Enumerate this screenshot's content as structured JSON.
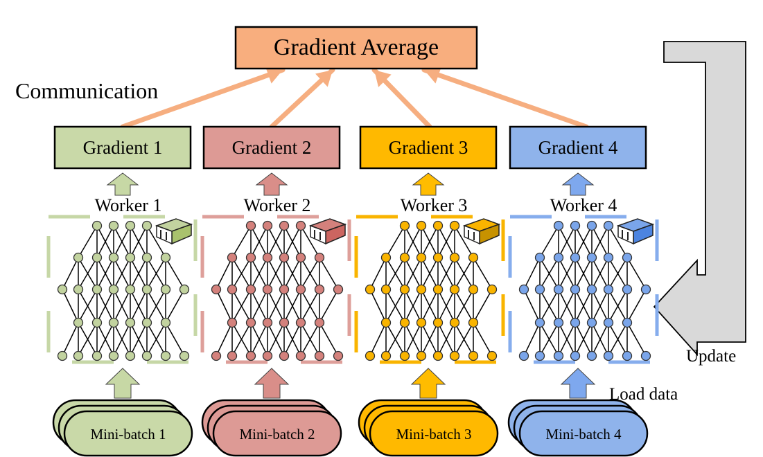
{
  "top": {
    "title": "Gradient Average",
    "fill": "#f8ae7e"
  },
  "communication_label": "Communication",
  "update_label": "Update",
  "load_label": "Load data",
  "colors": {
    "link": "#f6ae80",
    "update_arrow": "#d9d9d9",
    "outline": "#000000"
  },
  "workers": [
    {
      "gradient": "Gradient 1",
      "worker": "Worker 1",
      "batch": "Mini-batch 1",
      "fill": "#c9d9a8",
      "node": "#c2d39f",
      "frame": "#c6d7a6",
      "arrow": "#c7d8a5",
      "gpu": "#a9c26d"
    },
    {
      "gradient": "Gradient 2",
      "worker": "Worker 2",
      "batch": "Mini-batch 2",
      "fill": "#dd9a95",
      "node": "#d4817c",
      "frame": "#de9f9a",
      "arrow": "#d98e89",
      "gpu": "#cc6560"
    },
    {
      "gradient": "Gradient 3",
      "worker": "Worker 3",
      "batch": "Mini-batch 3",
      "fill": "#ffb900",
      "node": "#f9b400",
      "frame": "#f9b400",
      "arrow": "#ffbc00",
      "gpu": "#c79200"
    },
    {
      "gradient": "Gradient 4",
      "worker": "Worker 4",
      "batch": "Mini-batch 4",
      "fill": "#8fb3eb",
      "node": "#7aa5ea",
      "frame": "#86aded",
      "arrow": "#7ea8ee",
      "gpu": "#4c84e0"
    }
  ]
}
